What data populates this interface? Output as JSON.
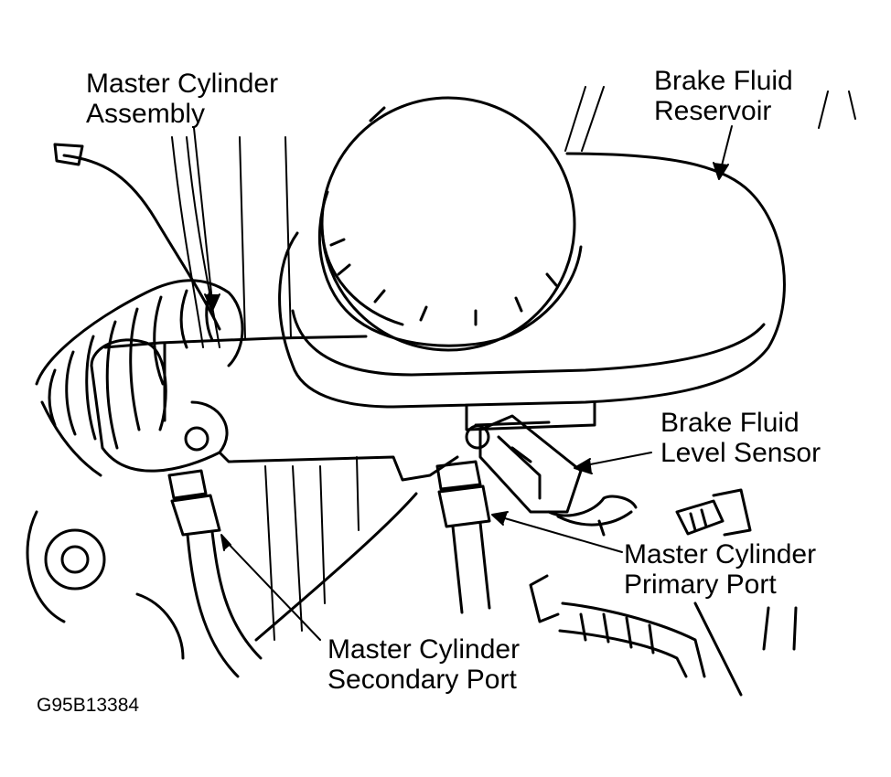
{
  "labels": {
    "master_cylinder_assembly": {
      "line1": "Master Cylinder",
      "line2": "Assembly"
    },
    "brake_fluid_reservoir": {
      "line1": "Brake Fluid",
      "line2": "Reservoir"
    },
    "brake_fluid_level_sensor": {
      "line1": "Brake Fluid",
      "line2": "Level Sensor"
    },
    "master_cylinder_primary_port": {
      "line1": "Master Cylinder",
      "line2": "Primary Port"
    },
    "master_cylinder_secondary_port": {
      "line1": "Master Cylinder",
      "line2": "Secondary Port"
    }
  },
  "figure_code": "G95B13384",
  "colors": {
    "ink": "#000000",
    "paper": "#ffffff"
  }
}
